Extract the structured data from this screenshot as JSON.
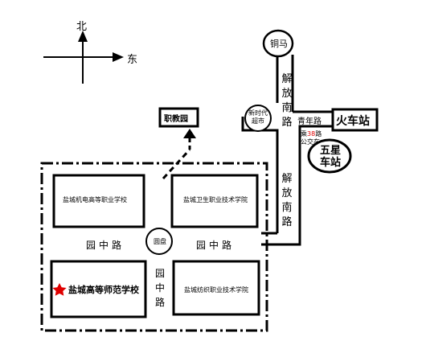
{
  "compass": {
    "north": "北",
    "east": "东"
  },
  "landmarks": {
    "tongma": "铜马",
    "xinshidai": "新时代超市",
    "jiaogongyuan": "职教园",
    "train_station": "火车站",
    "wuxing_station": "五星车站",
    "roundabout": "圆盘"
  },
  "roads": {
    "jiefang_upper": "解放南路",
    "jiefang_lower": "解放南路",
    "qingnian": "青年路",
    "yuanzhong_left": "园中路",
    "yuanzhong_right": "园中路",
    "yuanzhong_vertical": "园中路"
  },
  "bus": {
    "prefix": "乘",
    "route": "38",
    "suffix": "路",
    "line2": "公交车"
  },
  "schools": {
    "jidian": "盐城机电高等职业学校",
    "weisheng": "盐城卫生职业技术学院",
    "shifan": "盐城高等师范学校",
    "fangzhi": "盐城纺织职业技术学院"
  },
  "colors": {
    "ink": "#000000",
    "highlight_red": "#e00000",
    "background": "#ffffff"
  },
  "icons": {
    "school_marker": "red-star-icon",
    "direction_arrow": "dashed-arrow-icon"
  }
}
